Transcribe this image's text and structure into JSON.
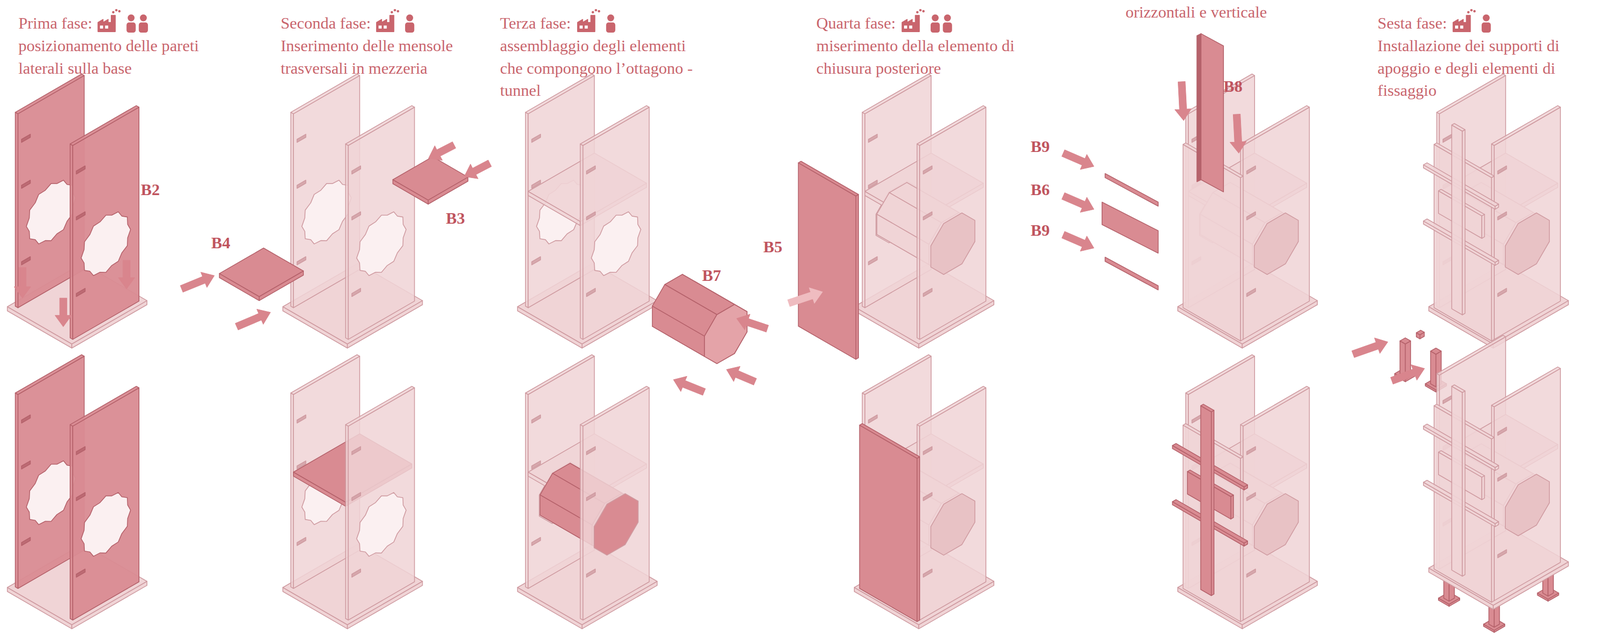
{
  "diagram": {
    "labels": [
      "Prima fase:",
      "posizionamento delle pareti laterali sulla base",
      "B2",
      "Seconda fase:",
      "Inserimento delle mensole trasversali in mezzeria",
      "B4",
      "B3",
      "Terza fase:",
      "assemblaggio degli elementi che compongono l’ottagono - tunnel",
      "B7",
      "Quarta fase:",
      "miserimento della elemento di chiusura posteriore",
      "B5",
      "orizzontali e verticale",
      "B9",
      "B6",
      "B9",
      "B8",
      "Sesta fase:",
      "Installazione dei supporti di apoggio e degli elementi di fissaggio"
    ]
  }
}
